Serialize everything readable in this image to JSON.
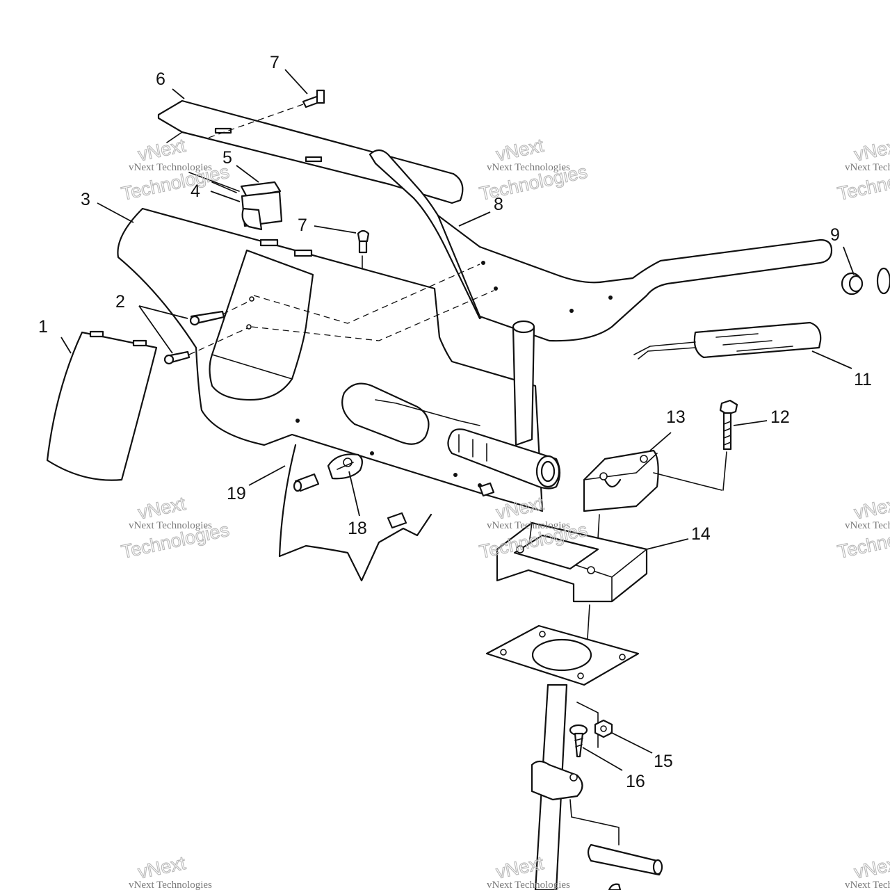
{
  "watermark": {
    "line1": "vNext Technologies",
    "line2": "vNext",
    "line3": "Technologies"
  },
  "callouts": {
    "c1": "1",
    "c2": "2",
    "c3": "3",
    "c4": "4",
    "c5": "5",
    "c6": "6",
    "c7a": "7",
    "c7b": "7",
    "c8": "8",
    "c9": "9",
    "c11": "11",
    "c12": "12",
    "c13": "13",
    "c14": "14",
    "c15": "15",
    "c16": "16",
    "c18": "18",
    "c19": "19"
  }
}
